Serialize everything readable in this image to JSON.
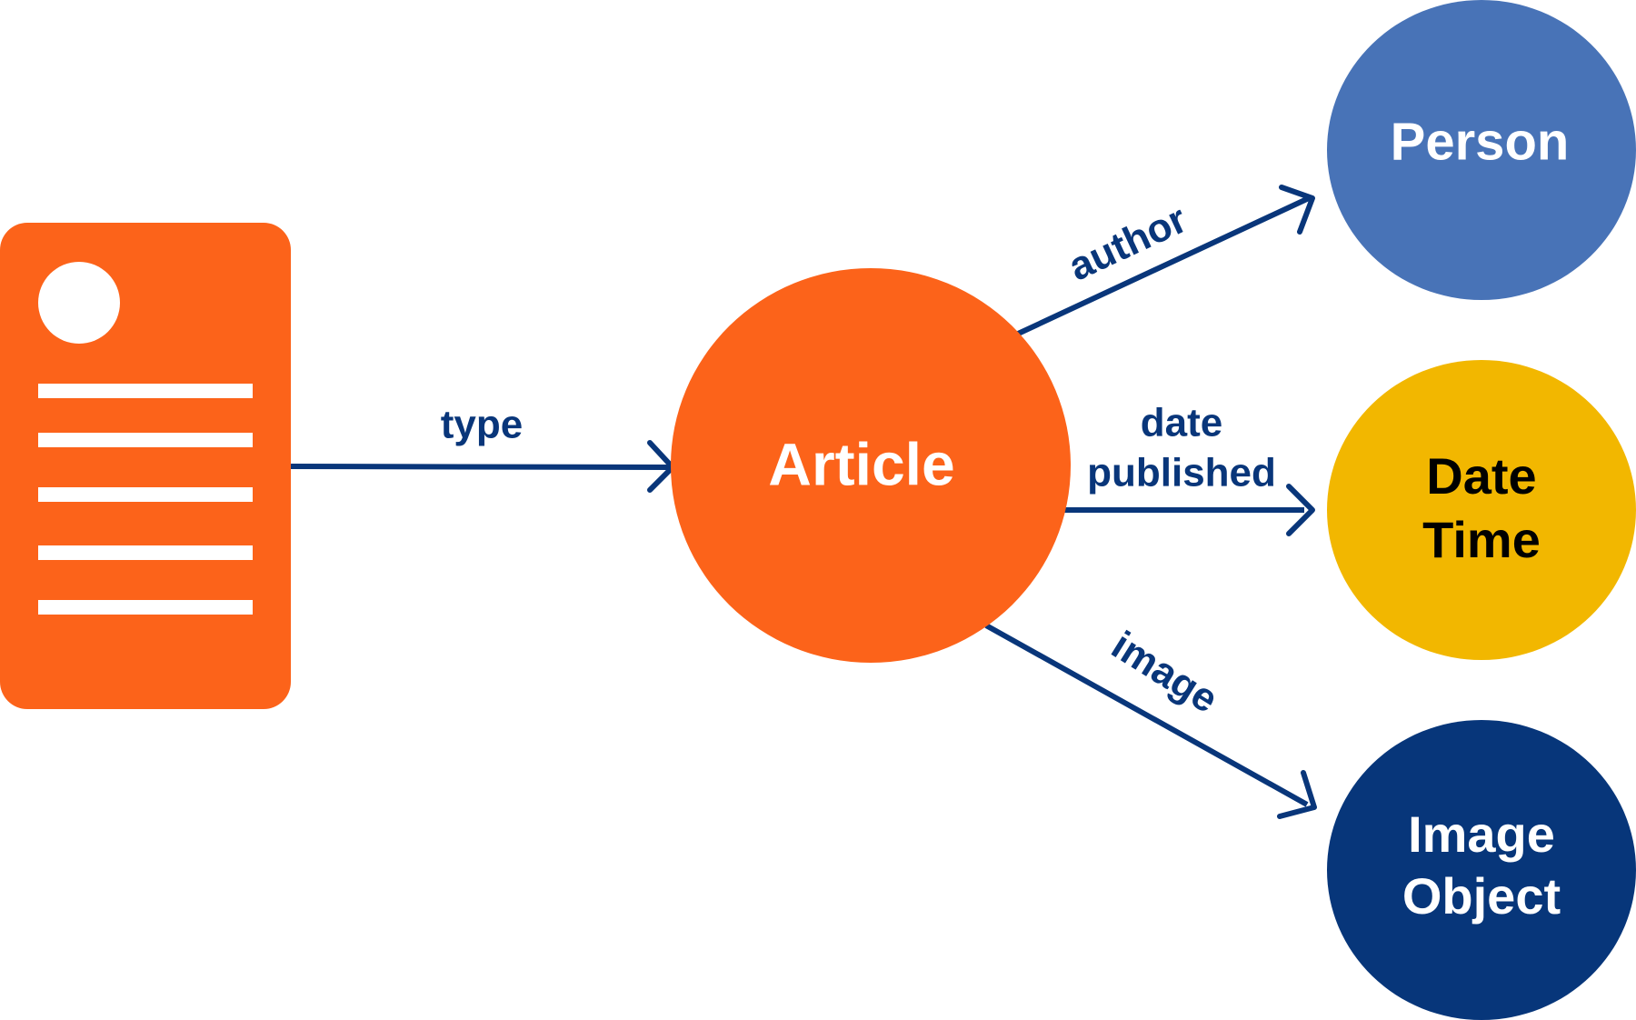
{
  "colors": {
    "orange": "#FC631A",
    "blue_light": "#4873B7",
    "yellow": "#F2B700",
    "navy": "#07367A",
    "edge": "#09367A",
    "white": "#FFFFFF",
    "black": "#000000"
  },
  "document_icon": {
    "icon": "document-icon",
    "line_count": 5
  },
  "nodes": {
    "article": {
      "label": "Article"
    },
    "person": {
      "label": "Person"
    },
    "datetime": {
      "line1": "Date",
      "line2": "Time"
    },
    "imageobject": {
      "line1": "Image",
      "line2": "Object"
    }
  },
  "edges": {
    "type": {
      "label": "type"
    },
    "author": {
      "label": "author"
    },
    "date_published": {
      "line1": "date",
      "line2": "published"
    },
    "image": {
      "label": "image"
    }
  }
}
